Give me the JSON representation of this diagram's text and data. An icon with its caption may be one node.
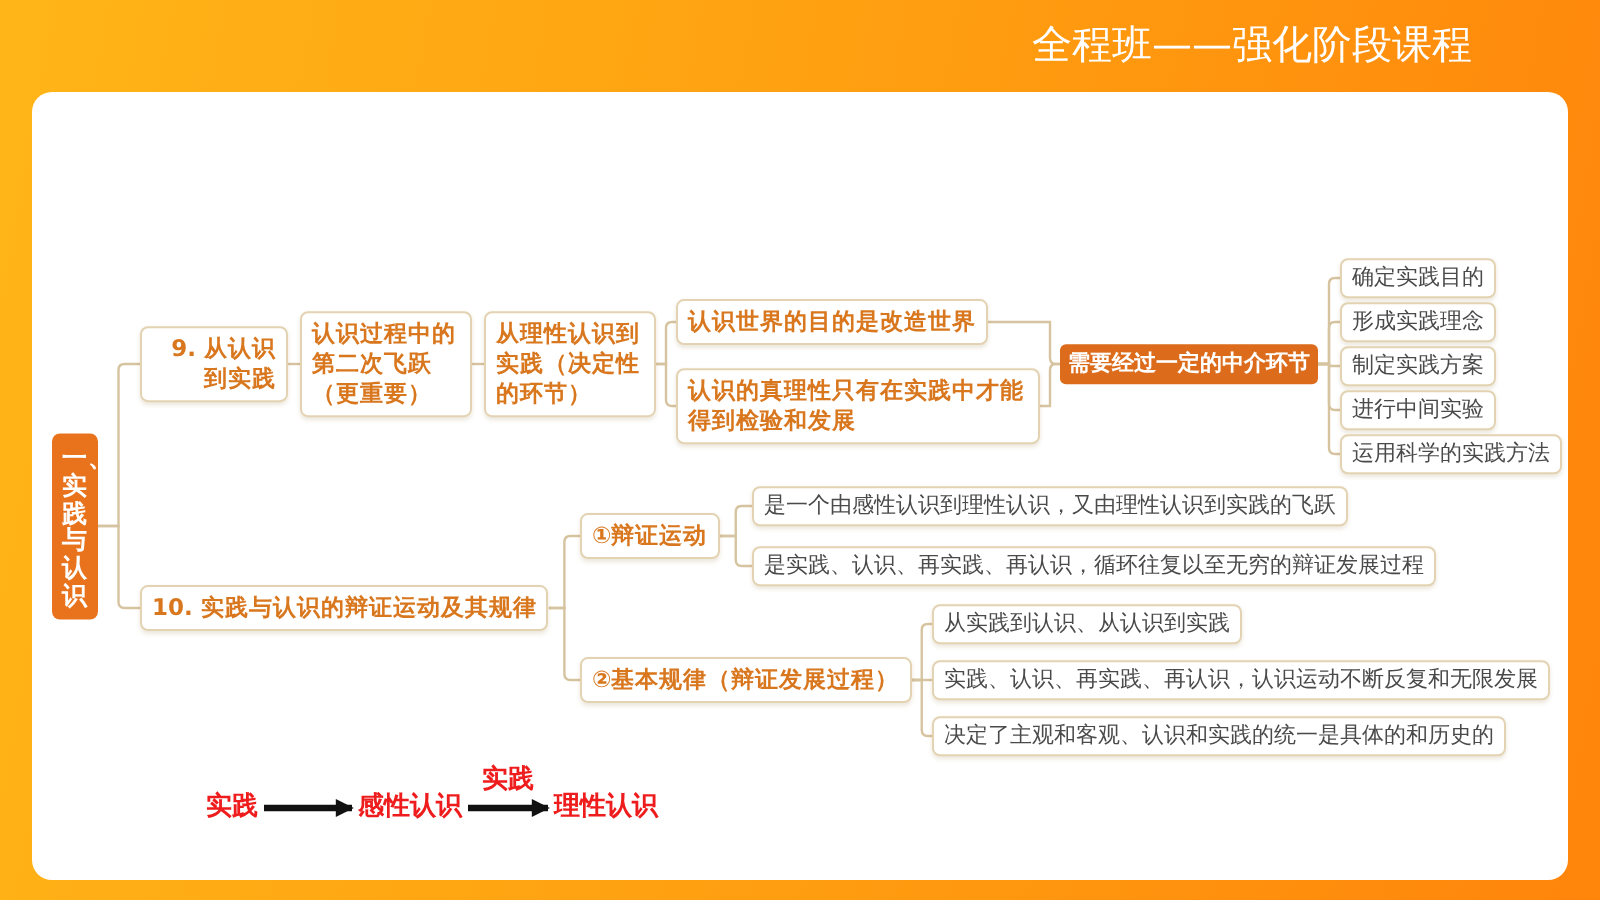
{
  "diagram": {
    "title": "全程班——强化阶段课程",
    "nodes": [
      {
        "text": [
          "一、实践与认识"
        ]
      },
      {
        "text": [
          "9. 从认识到实践"
        ]
      },
      {
        "text": [
          "认识过程中的第二次飞跃（更重要）"
        ]
      },
      {
        "text": [
          "从理性认识到实践（决定性的环节）"
        ]
      },
      {
        "text": [
          "认识世界的目的是改造世界"
        ]
      },
      {
        "text": [
          "认识的真理性只有在实践中才能得到检验和发展"
        ]
      },
      {
        "text": [
          "需要经过一定的中介环节"
        ]
      },
      {
        "text": [
          "确定实践目的"
        ]
      },
      {
        "text": [
          "形成实践理念"
        ]
      },
      {
        "text": [
          "制定实践方案"
        ]
      },
      {
        "text": [
          "进行中间实验"
        ]
      },
      {
        "text": [
          "运用科学的实践方法"
        ]
      },
      {
        "text": [
          "10. 实践与认识的辩证运动及其规律"
        ]
      },
      {
        "text": [
          "①辩证运动"
        ]
      },
      {
        "text": [
          "②基本规律（辩证发展过程）"
        ]
      },
      {
        "text": [
          "是一个由感性认识到理性认识，又由理性认识到实践的飞跃"
        ]
      },
      {
        "text": [
          "是实践、认识、再实践、再认识，循环往复以至无穷的辩证发展过程"
        ]
      },
      {
        "text": [
          "从实践到认识、从认识到实践"
        ]
      },
      {
        "text": [
          "实践、认识、再实践、再认识，认识运动不断反复和无限发展"
        ]
      },
      {
        "text": [
          "决定了主观和客观、认识和实践的统一是具体的和历史的"
        ]
      },
      {
        "text": [
          "实践"
        ]
      },
      {
        "text": [
          "感性认识"
        ]
      },
      {
        "text": [
          "理性认识"
        ]
      }
    ],
    "edges": [
      {
        "from": 0,
        "to": 1,
        "arrow": "none"
      },
      {
        "from": 0,
        "to": 12,
        "arrow": "none"
      },
      {
        "from": 1,
        "to": 2,
        "arrow": "none"
      },
      {
        "from": 2,
        "to": 3,
        "arrow": "none"
      },
      {
        "from": 3,
        "to": 4,
        "arrow": "none"
      },
      {
        "from": 3,
        "to": 5,
        "arrow": "none"
      },
      {
        "from": 4,
        "to": 6,
        "arrow": "none"
      },
      {
        "from": 5,
        "to": 6,
        "arrow": "none"
      },
      {
        "from": 6,
        "to": 7,
        "arrow": "none"
      },
      {
        "from": 6,
        "to": 8,
        "arrow": "none"
      },
      {
        "from": 6,
        "to": 9,
        "arrow": "none"
      },
      {
        "from": 6,
        "to": 10,
        "arrow": "none"
      },
      {
        "from": 6,
        "to": 11,
        "arrow": "none"
      },
      {
        "from": 12,
        "to": 13,
        "arrow": "none"
      },
      {
        "from": 12,
        "to": 14,
        "arrow": "none"
      },
      {
        "from": 13,
        "to": 15,
        "arrow": "none"
      },
      {
        "from": 13,
        "to": 16,
        "arrow": "none"
      },
      {
        "from": 14,
        "to": 17,
        "arrow": "none"
      },
      {
        "from": 14,
        "to": 18,
        "arrow": "none"
      },
      {
        "from": 14,
        "to": 19,
        "arrow": "none"
      },
      {
        "from": 20,
        "to": 21,
        "arrow": "to",
        "style": "thick",
        "color": "#111111"
      },
      {
        "from": 21,
        "to": 22,
        "arrow": "to",
        "label": "实践",
        "style": "thick",
        "color": "#111111"
      }
    ]
  }
}
